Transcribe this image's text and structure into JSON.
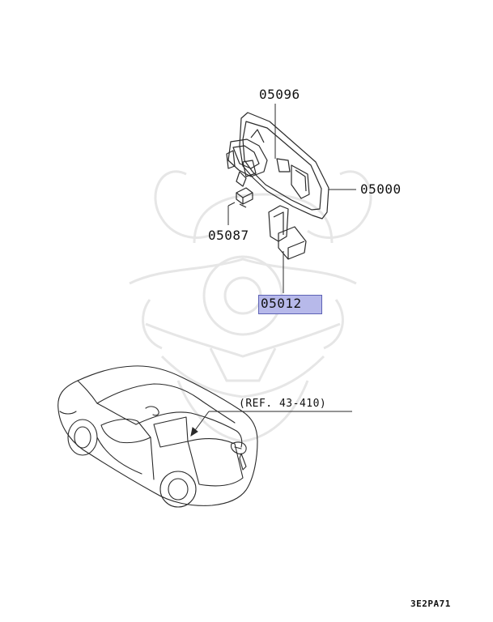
{
  "parts": [
    {
      "number": "05096"
    },
    {
      "number": "05000"
    },
    {
      "number": "05087"
    },
    {
      "number": "05012",
      "highlighted": true
    }
  ],
  "reference": "(REF. 43-410)",
  "figure_code": "3E2PA71",
  "colors": {
    "line": "#2a2a2a",
    "highlight_fill": "#b7b9ea",
    "highlight_border": "#5d62b5",
    "watermark": "#e9e9e9"
  },
  "watermark": {
    "icon": "samurai-helmet-watermark"
  }
}
